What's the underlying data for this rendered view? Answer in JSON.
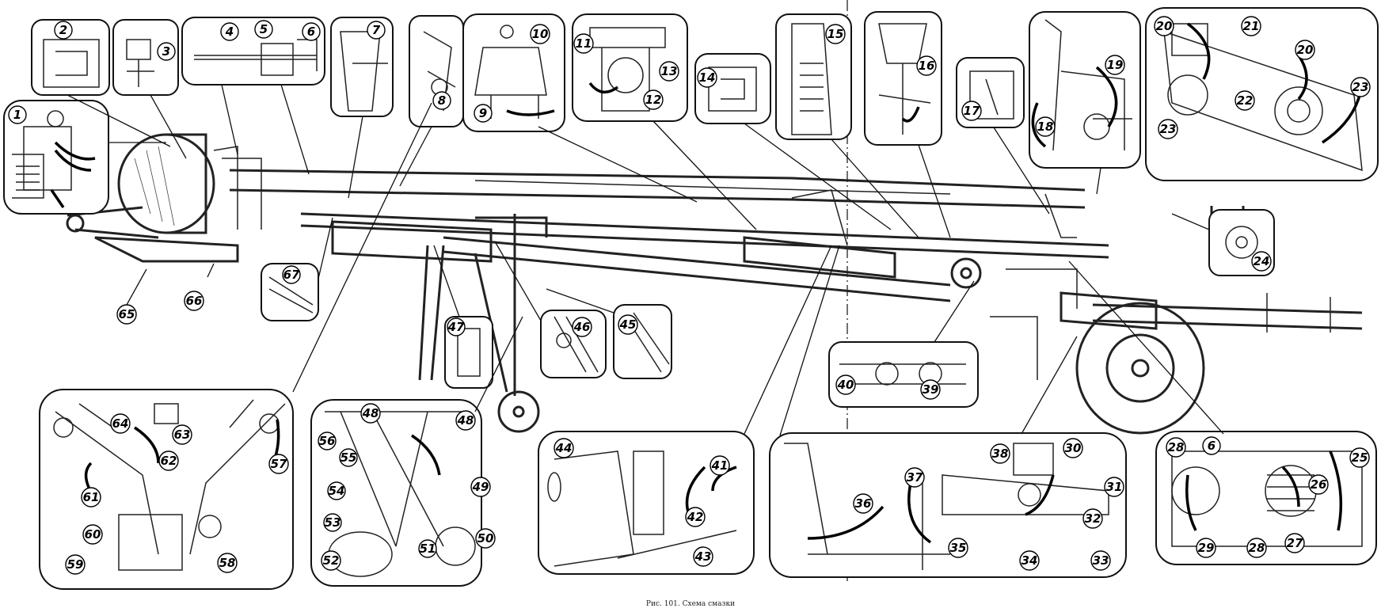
{
  "caption": "Рис. 101. Схема смазки",
  "labels": [
    "1",
    "2",
    "3",
    "4",
    "5",
    "6",
    "7",
    "8",
    "9",
    "10",
    "11",
    "12",
    "13",
    "14",
    "15",
    "16",
    "17",
    "18",
    "19",
    "20",
    "21",
    "22",
    "23",
    "24",
    "25",
    "26",
    "27",
    "28",
    "29",
    "30",
    "31",
    "32",
    "33",
    "34",
    "35",
    "36",
    "37",
    "38",
    "39",
    "40",
    "41",
    "42",
    "43",
    "44",
    "45",
    "46",
    "47",
    "48",
    "49",
    "50",
    "51",
    "52",
    "53",
    "54",
    "55",
    "56",
    "57",
    "58",
    "59",
    "60",
    "61",
    "62",
    "63",
    "64",
    "65",
    "66",
    "67"
  ]
}
